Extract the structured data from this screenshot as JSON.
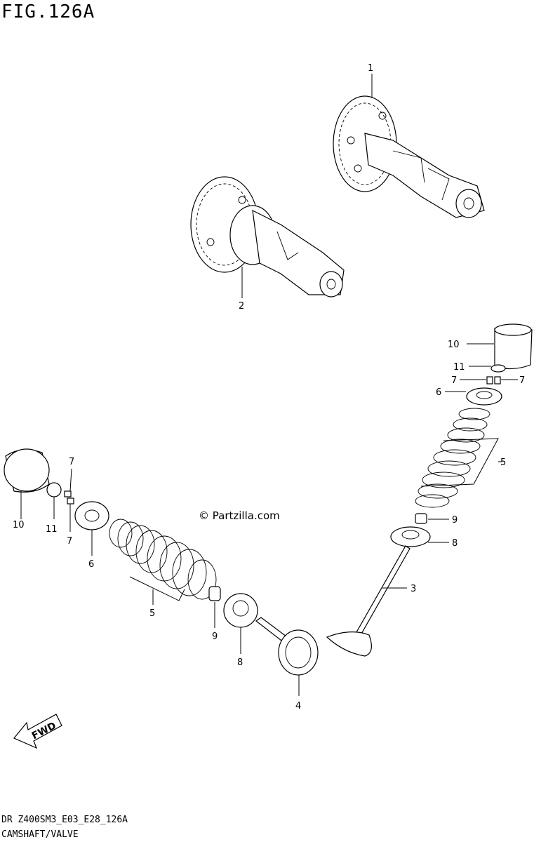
{
  "figure_title": "FIG.126A",
  "copyright": "© Partzilla.com",
  "fwd_label": "FWD",
  "footer_code": "DR Z400SM3_E03_E28_126A",
  "footer_caption": "CAMSHAFT/VALVE",
  "callouts": {
    "c1": "1",
    "c2": "2",
    "c3": "3",
    "c4": "4",
    "c5a": "5",
    "c5b": "5",
    "c6a": "6",
    "c6b": "6",
    "c7a": "7",
    "c7b": "7",
    "c7c": "7",
    "c7d": "7",
    "c8a": "8",
    "c8b": "8",
    "c9a": "9",
    "c9b": "9",
    "c10a": "10",
    "c10b": "10",
    "c11a": "11",
    "c11b": "11"
  }
}
